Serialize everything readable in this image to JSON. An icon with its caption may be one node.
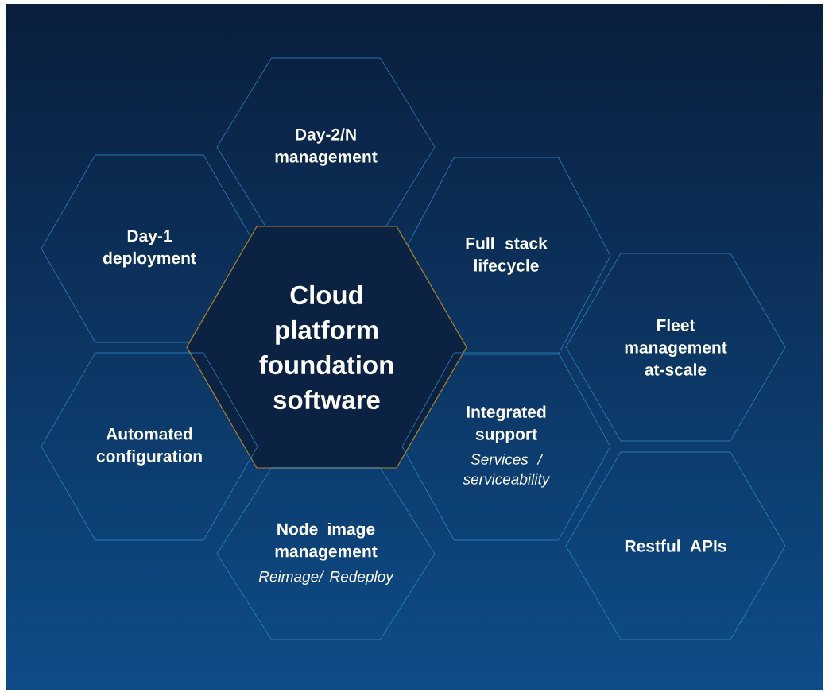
{
  "diagram": {
    "nodes": [
      {
        "text": [
          "Day-2/N management"
        ]
      },
      {
        "text": [
          "Day-1 deployment"
        ]
      },
      {
        "text": [
          "Full stack lifecycle"
        ]
      },
      {
        "text": [
          "Cloud platform foundation software"
        ]
      },
      {
        "text": [
          "Fleet management at-scale"
        ]
      },
      {
        "text": [
          "Automated configuration"
        ]
      },
      {
        "text": [
          "Integrated support",
          "Services / serviceability"
        ]
      },
      {
        "text": [
          "Node image management",
          "Reimage/ Redeploy"
        ]
      },
      {
        "text": [
          "Restful APIs"
        ]
      }
    ]
  }
}
